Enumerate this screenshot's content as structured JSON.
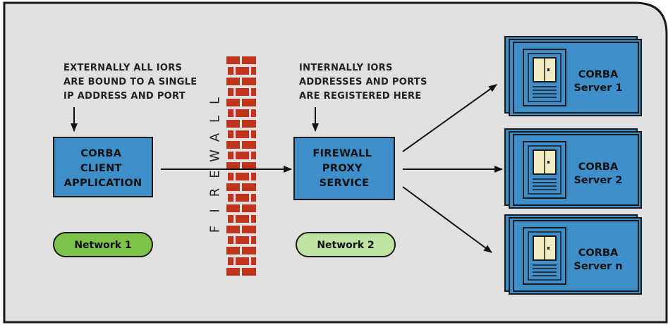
{
  "notes": {
    "external": [
      "EXTERNALLY ALL IORS",
      "ARE BOUND TO A SINGLE",
      "IP ADDRESS AND PORT"
    ],
    "internal": [
      "INTERNALLY IORS",
      "ADDRESSES AND PORTS",
      "ARE REGISTERED HERE"
    ]
  },
  "firewall": {
    "letters": [
      "F",
      "I",
      "R",
      "E",
      "W",
      "A",
      "L",
      "L"
    ]
  },
  "client": {
    "lines": [
      "CORBA",
      "CLIENT",
      "APPLICATION"
    ]
  },
  "proxy": {
    "lines": [
      "FIREWALL",
      "PROXY",
      "SERVICE"
    ]
  },
  "networks": {
    "network1": "Network 1",
    "network2": "Network 2"
  },
  "servers": [
    {
      "line1": "CORBA",
      "line2": "Server 1"
    },
    {
      "line1": "CORBA",
      "line2": "Server 2"
    },
    {
      "line1": "CORBA",
      "line2": "Server n"
    }
  ],
  "colors": {
    "panel_bg": "#e0e0e0",
    "panel_border": "#1a1a1a",
    "box_blue": "#3e8fc9",
    "brick_red": "#c0341d",
    "door_cream": "#f2ecc2",
    "network1_green": "#7fc24a",
    "network2_green": "#bfe3a2"
  }
}
